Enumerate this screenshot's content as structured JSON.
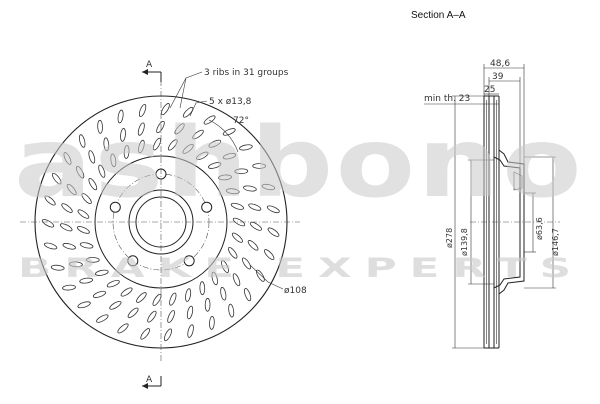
{
  "section_title": "Section  A–A",
  "section_marker": "A",
  "front_view": {
    "ribs_note": "3 ribs in 31 groups",
    "holes_note": "5 x ø13,8",
    "angle_note": "72°",
    "diameter_note": "ø108",
    "bolt_hole_count": 5,
    "rib_groups": 31,
    "ribs_per_group": 3
  },
  "section_view": {
    "dim_total_width": "48,6",
    "dim_hat_depth": "39",
    "dim_disc_thickness": "25",
    "min_thickness_note": "min th. 23",
    "dia_outer": "ø278",
    "dia_friction_inner": "ø139,8",
    "dia_center_bore": "ø63,6",
    "dia_hat": "ø146,7"
  },
  "watermark": {
    "logo": "ashbono",
    "tagline": "BRAKE EXPERTS"
  }
}
